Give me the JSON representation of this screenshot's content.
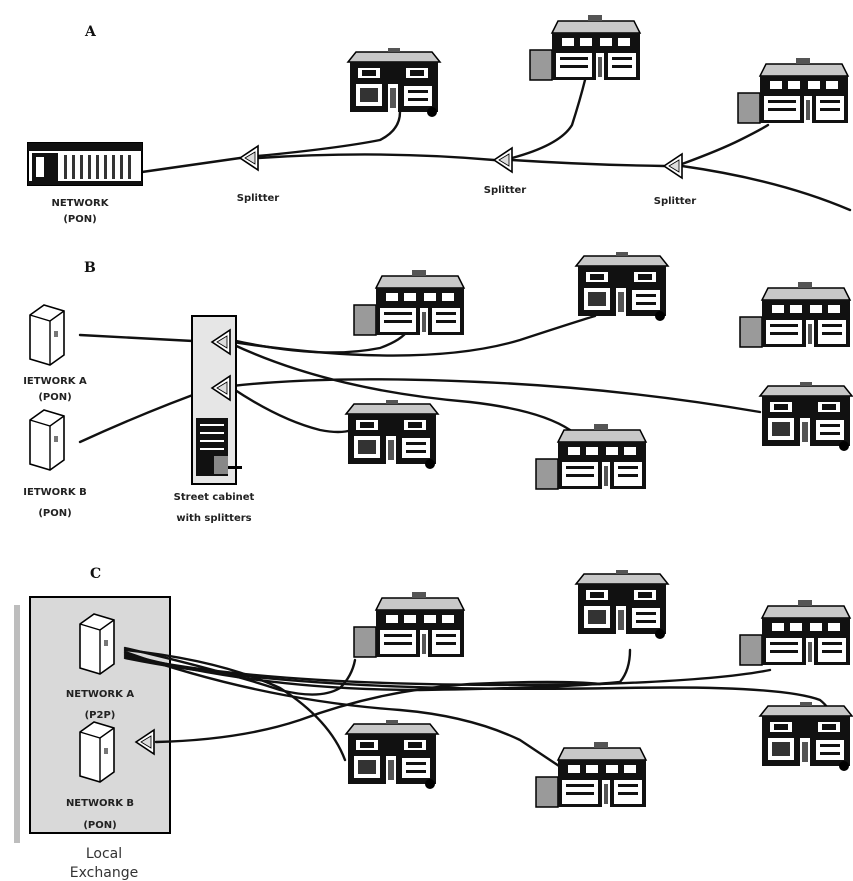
{
  "sections": {
    "a": {
      "letter": "A",
      "network_label_1": "NETWORK",
      "network_label_2": "(PON)",
      "splitter_label": "Splitter"
    },
    "b": {
      "letter": "B",
      "network_a_1": "IETWORK A",
      "network_a_2": "(PON)",
      "network_b_1": "IETWORK B",
      "network_b_2": "(PON)",
      "cabinet_1": "Street cabinet",
      "cabinet_2": "with splitters"
    },
    "c": {
      "letter": "C",
      "network_a_1": "NETWORK A",
      "network_a_2": "(P2P)",
      "network_b_1": "NETWORK B",
      "network_b_2": "(PON)",
      "exchange_1": "Local",
      "exchange_2": "Exchange"
    }
  },
  "colors": {
    "ink": "#111111",
    "exchange_box": "#d9d9d9",
    "garage": "#9a9a9a",
    "roof": "#c8c8c8"
  },
  "icons": [
    "house-icon",
    "server-icon",
    "splitter-icon",
    "street-cabinet-icon",
    "olt-rack-icon"
  ]
}
